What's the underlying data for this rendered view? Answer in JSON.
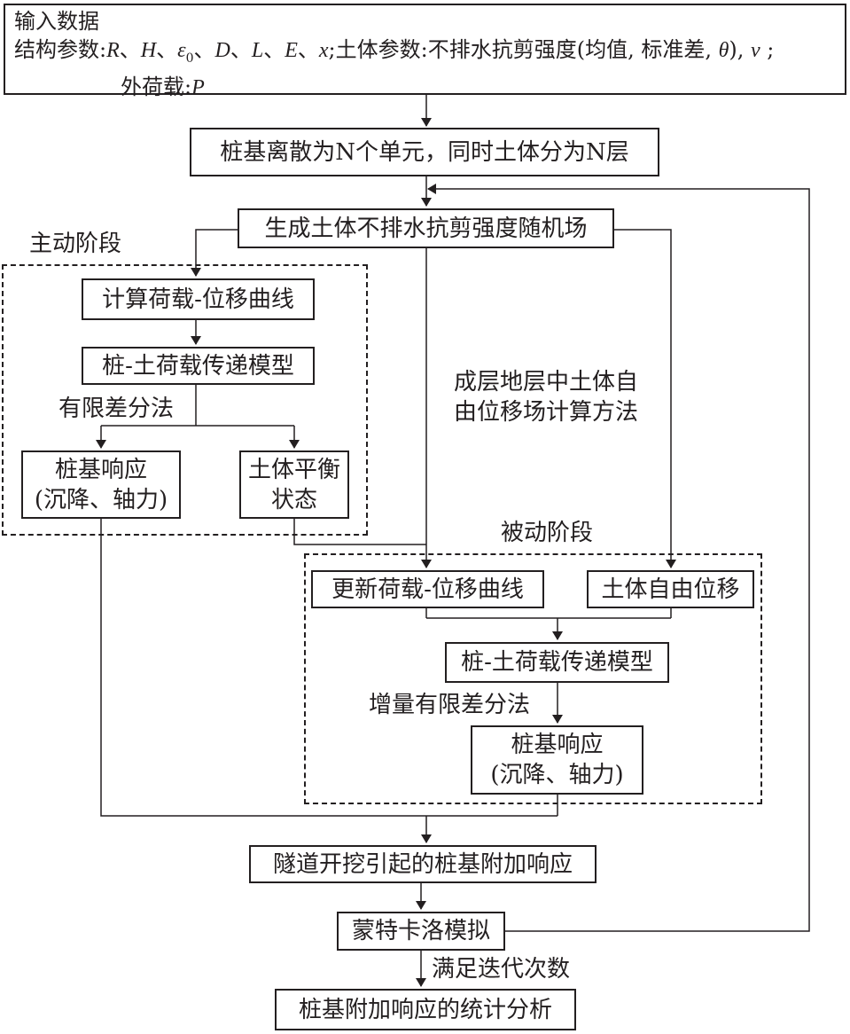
{
  "input": {
    "title": "输入数据",
    "structural_label": "结构参数:",
    "structural_symbols": [
      "R",
      "H",
      "ε",
      "D",
      "L",
      "E",
      "x"
    ],
    "eps_subscript": "0",
    "soil_label": ";土体参数:不排水抗剪强度(均值, 标准差, ",
    "theta": "θ",
    "nu": "ν",
    "load_label": "外荷载:",
    "load_symbol": "P"
  },
  "nodes": {
    "discretize": "桩基离散为N个单元，同时土体分为N层",
    "random_field": "生成土体不排水抗剪强度随机场",
    "calc_curve": "计算荷载-位移曲线",
    "transfer_model_active": "桩-土荷载传递模型",
    "pile_response_active": [
      "桩基响应",
      "(沉降、轴力)"
    ],
    "soil_balance": [
      "土体平衡",
      "状态"
    ],
    "update_curve": "更新荷载-位移曲线",
    "soil_free_disp": "土体自由位移",
    "transfer_model_passive": "桩-土荷载传递模型",
    "pile_response_passive": [
      "桩基响应",
      "(沉降、轴力)"
    ],
    "additional_response": "隧道开挖引起的桩基附加响应",
    "monte_carlo": "蒙特卡洛模拟",
    "statistics": "桩基附加响应的统计分析"
  },
  "labels": {
    "active_stage": "主动阶段",
    "passive_stage": "被动阶段",
    "fdm": "有限差分法",
    "incremental_fdm": "增量有限差分法",
    "free_field_method": [
      "成层地层中土体自",
      "由位移场计算方法"
    ],
    "iteration_done": "满足迭代次数"
  }
}
